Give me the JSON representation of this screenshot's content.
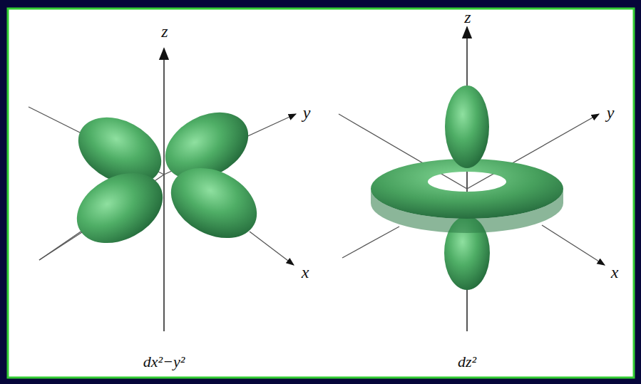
{
  "diagram": {
    "labels": [
      "z",
      "y",
      "x",
      "dx²−y²",
      "z",
      "y",
      "x",
      "dz²"
    ]
  }
}
